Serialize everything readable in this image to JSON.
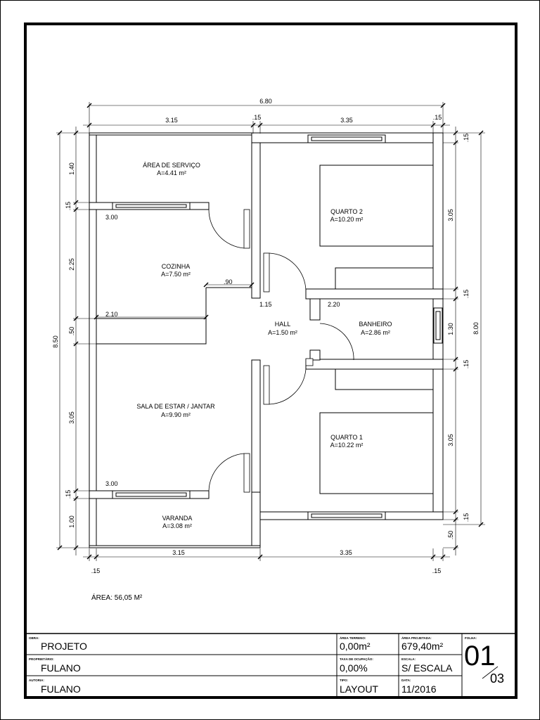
{
  "dimensions": {
    "overall_width": "6.80",
    "top_left": "3.15",
    "top_mid": ".15",
    "top_right": "3.35",
    "top_end": ".15",
    "bottom_left": "3.15",
    "bottom_right": "3.35",
    "bottom_start": ".15",
    "bottom_end": ".15",
    "overall_height": "8.50",
    "left_1": "1.40",
    "left_2": ".15",
    "left_3": "2.25",
    "left_4": ".50",
    "left_5": "3.05",
    "left_6": ".15",
    "left_7": "1.00",
    "right_overall": "8.00",
    "right_1": ".15",
    "right_2": "3.05",
    "right_3": ".15",
    "right_4": "1.30",
    "right_5": ".15",
    "right_6": "3.05",
    "right_7": ".15",
    "right_8": ".50",
    "inner_kitchen_top": "3.00",
    "inner_kitchen_counter": "2.10",
    "inner_kitchen_step": ".90",
    "inner_hall": "1.15",
    "inner_bath": "2.20",
    "inner_living_bottom": "3.00"
  },
  "rooms": [
    {
      "name": "ÁREA DE SERVIÇO",
      "area": "A=4.41 m²"
    },
    {
      "name": "COZINHA",
      "area": "A=7.50 m²"
    },
    {
      "name": "SALA DE ESTAR / JANTAR",
      "area": "A=9.90 m²"
    },
    {
      "name": "VARANDA",
      "area": "A=3.08 m²"
    },
    {
      "name": "QUARTO 2",
      "area": "A=10.20 m²"
    },
    {
      "name": "HALL",
      "area": "A=1.50 m²"
    },
    {
      "name": "BANHEIRO",
      "area": "A=2.86 m²"
    },
    {
      "name": "QUARTO 1",
      "area": "A=10.22 m²"
    }
  ],
  "total_area": "ÁREA: 56,05 M²",
  "title_block": {
    "obra_label": "OBRA:",
    "obra": "PROJETO",
    "proprietario_label": "PROPRIETÁRIO:",
    "proprietario": "FULANO",
    "autoria_label": "AUTORIA:",
    "autoria": "FULANO",
    "area_terreno_label": "ÁREA TERRENO:",
    "area_terreno": "0,00m²",
    "taxa_label": "TAXA DE OCUPAÇÃO:",
    "taxa": "0,00%",
    "tipo_label": "TIPO:",
    "tipo": "LAYOUT",
    "area_projetada_label": "ÁREA PROJETADA:",
    "area_projetada": "679,40m²",
    "escala_label": "ESCALA:",
    "escala": "S/ ESCALA",
    "data_label": "DATA:",
    "data": "11/2016",
    "folha_label": "FOLHA:",
    "folha": "01",
    "folha_total": "03"
  }
}
